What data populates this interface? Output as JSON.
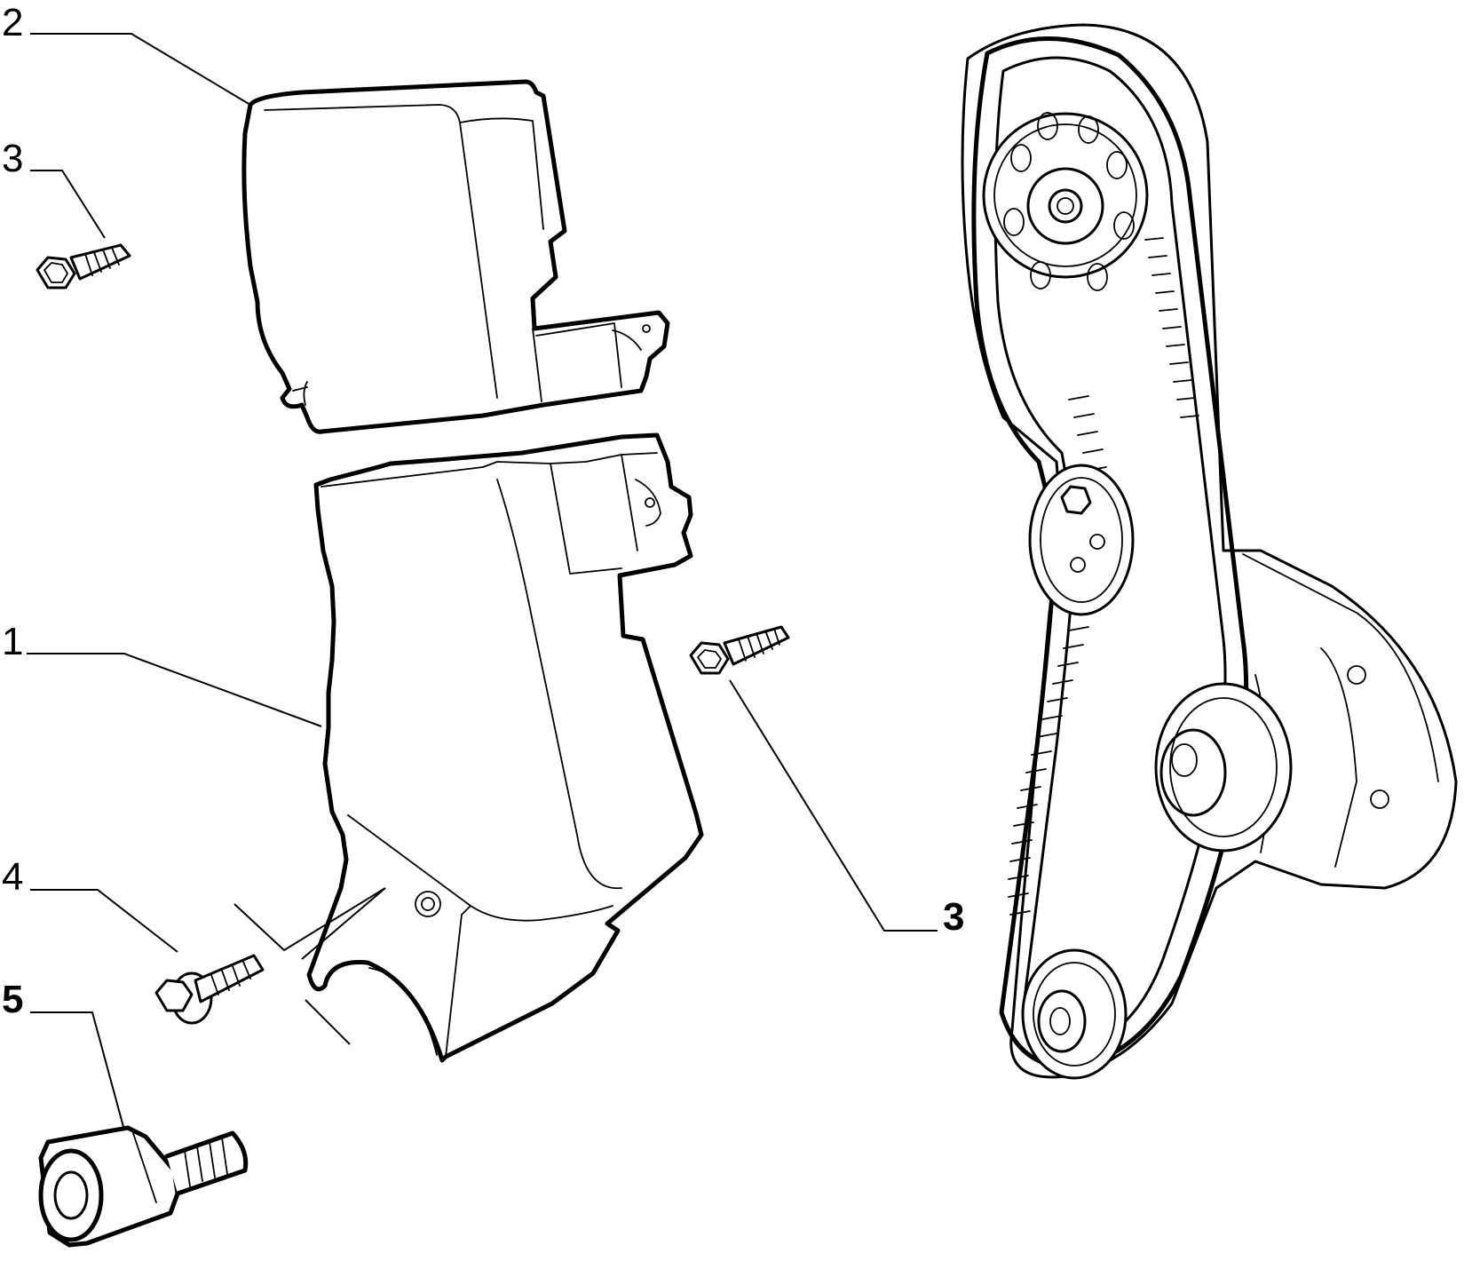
{
  "callouts": [
    {
      "id": "callout-2-top",
      "label": "2"
    },
    {
      "id": "callout-3-left",
      "label": "3"
    },
    {
      "id": "callout-1",
      "label": "1"
    },
    {
      "id": "callout-4",
      "label": "4"
    },
    {
      "id": "callout-5",
      "label": "5"
    },
    {
      "id": "callout-3-right",
      "label": "3"
    }
  ],
  "parts": [
    {
      "ref": "1",
      "icon": "lower-timing-cover-icon"
    },
    {
      "ref": "2",
      "icon": "upper-timing-cover-icon"
    },
    {
      "ref": "3",
      "icon": "self-tapping-screw-icon"
    },
    {
      "ref": "4",
      "icon": "flange-bolt-icon"
    },
    {
      "ref": "5",
      "icon": "spacer-stud-icon"
    }
  ],
  "colors": {
    "line": "#000000",
    "background": "#ffffff"
  }
}
